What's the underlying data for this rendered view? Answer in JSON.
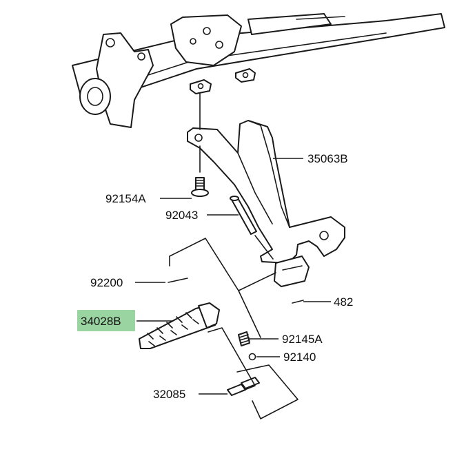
{
  "diagram": {
    "highlight_color": "#9ad4a0",
    "parts": [
      {
        "id": "bracket",
        "label": "35063B"
      },
      {
        "id": "bolt",
        "label": "92154A"
      },
      {
        "id": "pin",
        "label": "92043"
      },
      {
        "id": "clip",
        "label": "92200"
      },
      {
        "id": "footpeg",
        "label": "34028B",
        "highlighted": true
      },
      {
        "id": "ring",
        "label": "482"
      },
      {
        "id": "spring",
        "label": "92145A"
      },
      {
        "id": "ball",
        "label": "92140"
      },
      {
        "id": "plate",
        "label": "32085"
      }
    ]
  }
}
